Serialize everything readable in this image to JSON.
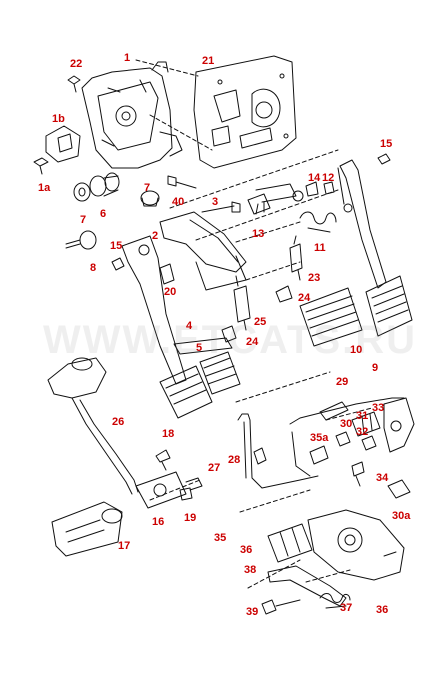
{
  "colors": {
    "label": "#cc0000",
    "line": "#111111",
    "watermark": "#8a8a8a"
  },
  "watermark": "WWW.ETCATS.RU",
  "labels": [
    {
      "id": "l1",
      "text": "1"
    },
    {
      "id": "l22",
      "text": "22"
    },
    {
      "id": "l21",
      "text": "21"
    },
    {
      "id": "l1b",
      "text": "1b"
    },
    {
      "id": "l1a",
      "text": "1a"
    },
    {
      "id": "l7a",
      "text": "7"
    },
    {
      "id": "l6",
      "text": "6"
    },
    {
      "id": "l7b",
      "text": "7"
    },
    {
      "id": "l40",
      "text": "40"
    },
    {
      "id": "l3",
      "text": "3"
    },
    {
      "id": "l15a",
      "text": "15"
    },
    {
      "id": "l14",
      "text": "14"
    },
    {
      "id": "l12",
      "text": "12"
    },
    {
      "id": "l13",
      "text": "13"
    },
    {
      "id": "l11",
      "text": "11"
    },
    {
      "id": "l2",
      "text": "2"
    },
    {
      "id": "l8",
      "text": "8"
    },
    {
      "id": "l15b",
      "text": "15"
    },
    {
      "id": "l20",
      "text": "20"
    },
    {
      "id": "l23",
      "text": "23"
    },
    {
      "id": "l24a",
      "text": "24"
    },
    {
      "id": "l25",
      "text": "25"
    },
    {
      "id": "l4",
      "text": "4"
    },
    {
      "id": "l24b",
      "text": "24"
    },
    {
      "id": "l5",
      "text": "5"
    },
    {
      "id": "l10",
      "text": "10"
    },
    {
      "id": "l9",
      "text": "9"
    },
    {
      "id": "l29",
      "text": "29"
    },
    {
      "id": "l33",
      "text": "33"
    },
    {
      "id": "l31",
      "text": "31"
    },
    {
      "id": "l30",
      "text": "30"
    },
    {
      "id": "l32",
      "text": "32"
    },
    {
      "id": "l35a",
      "text": "35a"
    },
    {
      "id": "l26",
      "text": "26"
    },
    {
      "id": "l18",
      "text": "18"
    },
    {
      "id": "l28",
      "text": "28"
    },
    {
      "id": "l27",
      "text": "27"
    },
    {
      "id": "l34",
      "text": "34"
    },
    {
      "id": "l30a",
      "text": "30a"
    },
    {
      "id": "l16",
      "text": "16"
    },
    {
      "id": "l19",
      "text": "19"
    },
    {
      "id": "l17",
      "text": "17"
    },
    {
      "id": "l35",
      "text": "35"
    },
    {
      "id": "l36a",
      "text": "36"
    },
    {
      "id": "l38",
      "text": "38"
    },
    {
      "id": "l39",
      "text": "39"
    },
    {
      "id": "l37",
      "text": "37"
    },
    {
      "id": "l36b",
      "text": "36"
    }
  ]
}
